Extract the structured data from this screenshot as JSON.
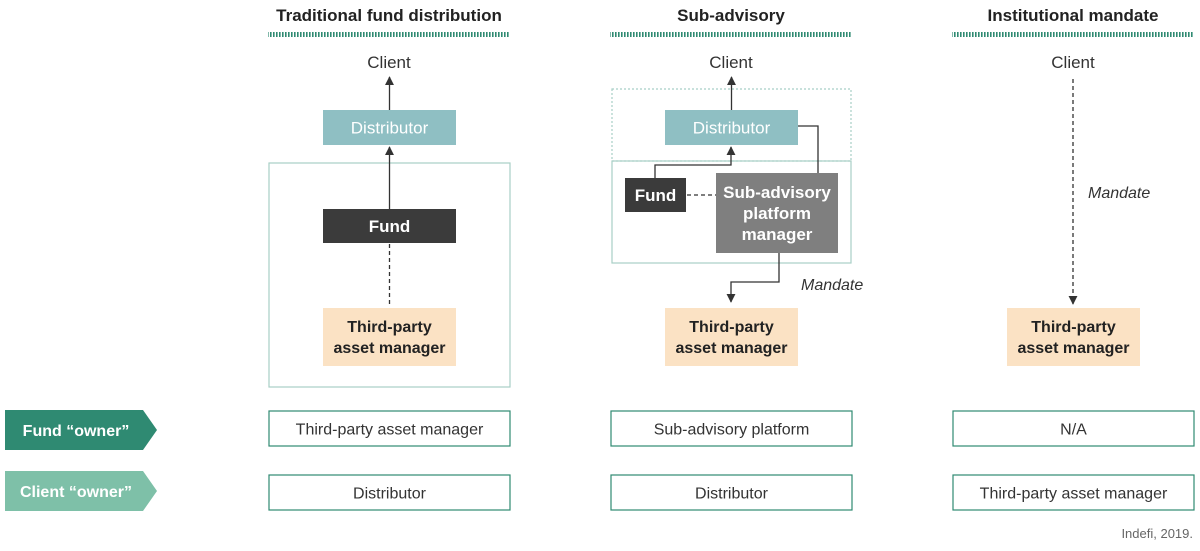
{
  "columns": [
    {
      "header": "Traditional fund distribution",
      "client": "Client",
      "distributor": "Distributor",
      "fund": "Fund",
      "manager_line1": "Third-party",
      "manager_line2": "asset manager",
      "fund_owner": "Third-party asset manager",
      "client_owner": "Distributor"
    },
    {
      "header": "Sub-advisory",
      "client": "Client",
      "distributor": "Distributor",
      "fund": "Fund",
      "platform_line1": "Sub-advisory",
      "platform_line2": "platform",
      "platform_line3": "manager",
      "mandate": "Mandate",
      "manager_line1": "Third-party",
      "manager_line2": "asset manager",
      "fund_owner": "Sub-advisory platform",
      "client_owner": "Distributor"
    },
    {
      "header": "Institutional mandate",
      "client": "Client",
      "mandate": "Mandate",
      "manager_line1": "Third-party",
      "manager_line2": "asset manager",
      "fund_owner": "N/A",
      "client_owner": "Third-party asset manager"
    }
  ],
  "rows": {
    "fund_owner_label": "Fund “owner”",
    "client_owner_label": "Client “owner”"
  },
  "source": "Indefi, 2019.",
  "colors": {
    "distributor": "#8fbfc3",
    "fund": "#3b3b3b",
    "platform": "#7f7f7f",
    "manager": "#fbe2c4",
    "teal_dark": "#2f8a72",
    "teal_light": "#7ec0a8",
    "frame": "#a8cfc6"
  }
}
